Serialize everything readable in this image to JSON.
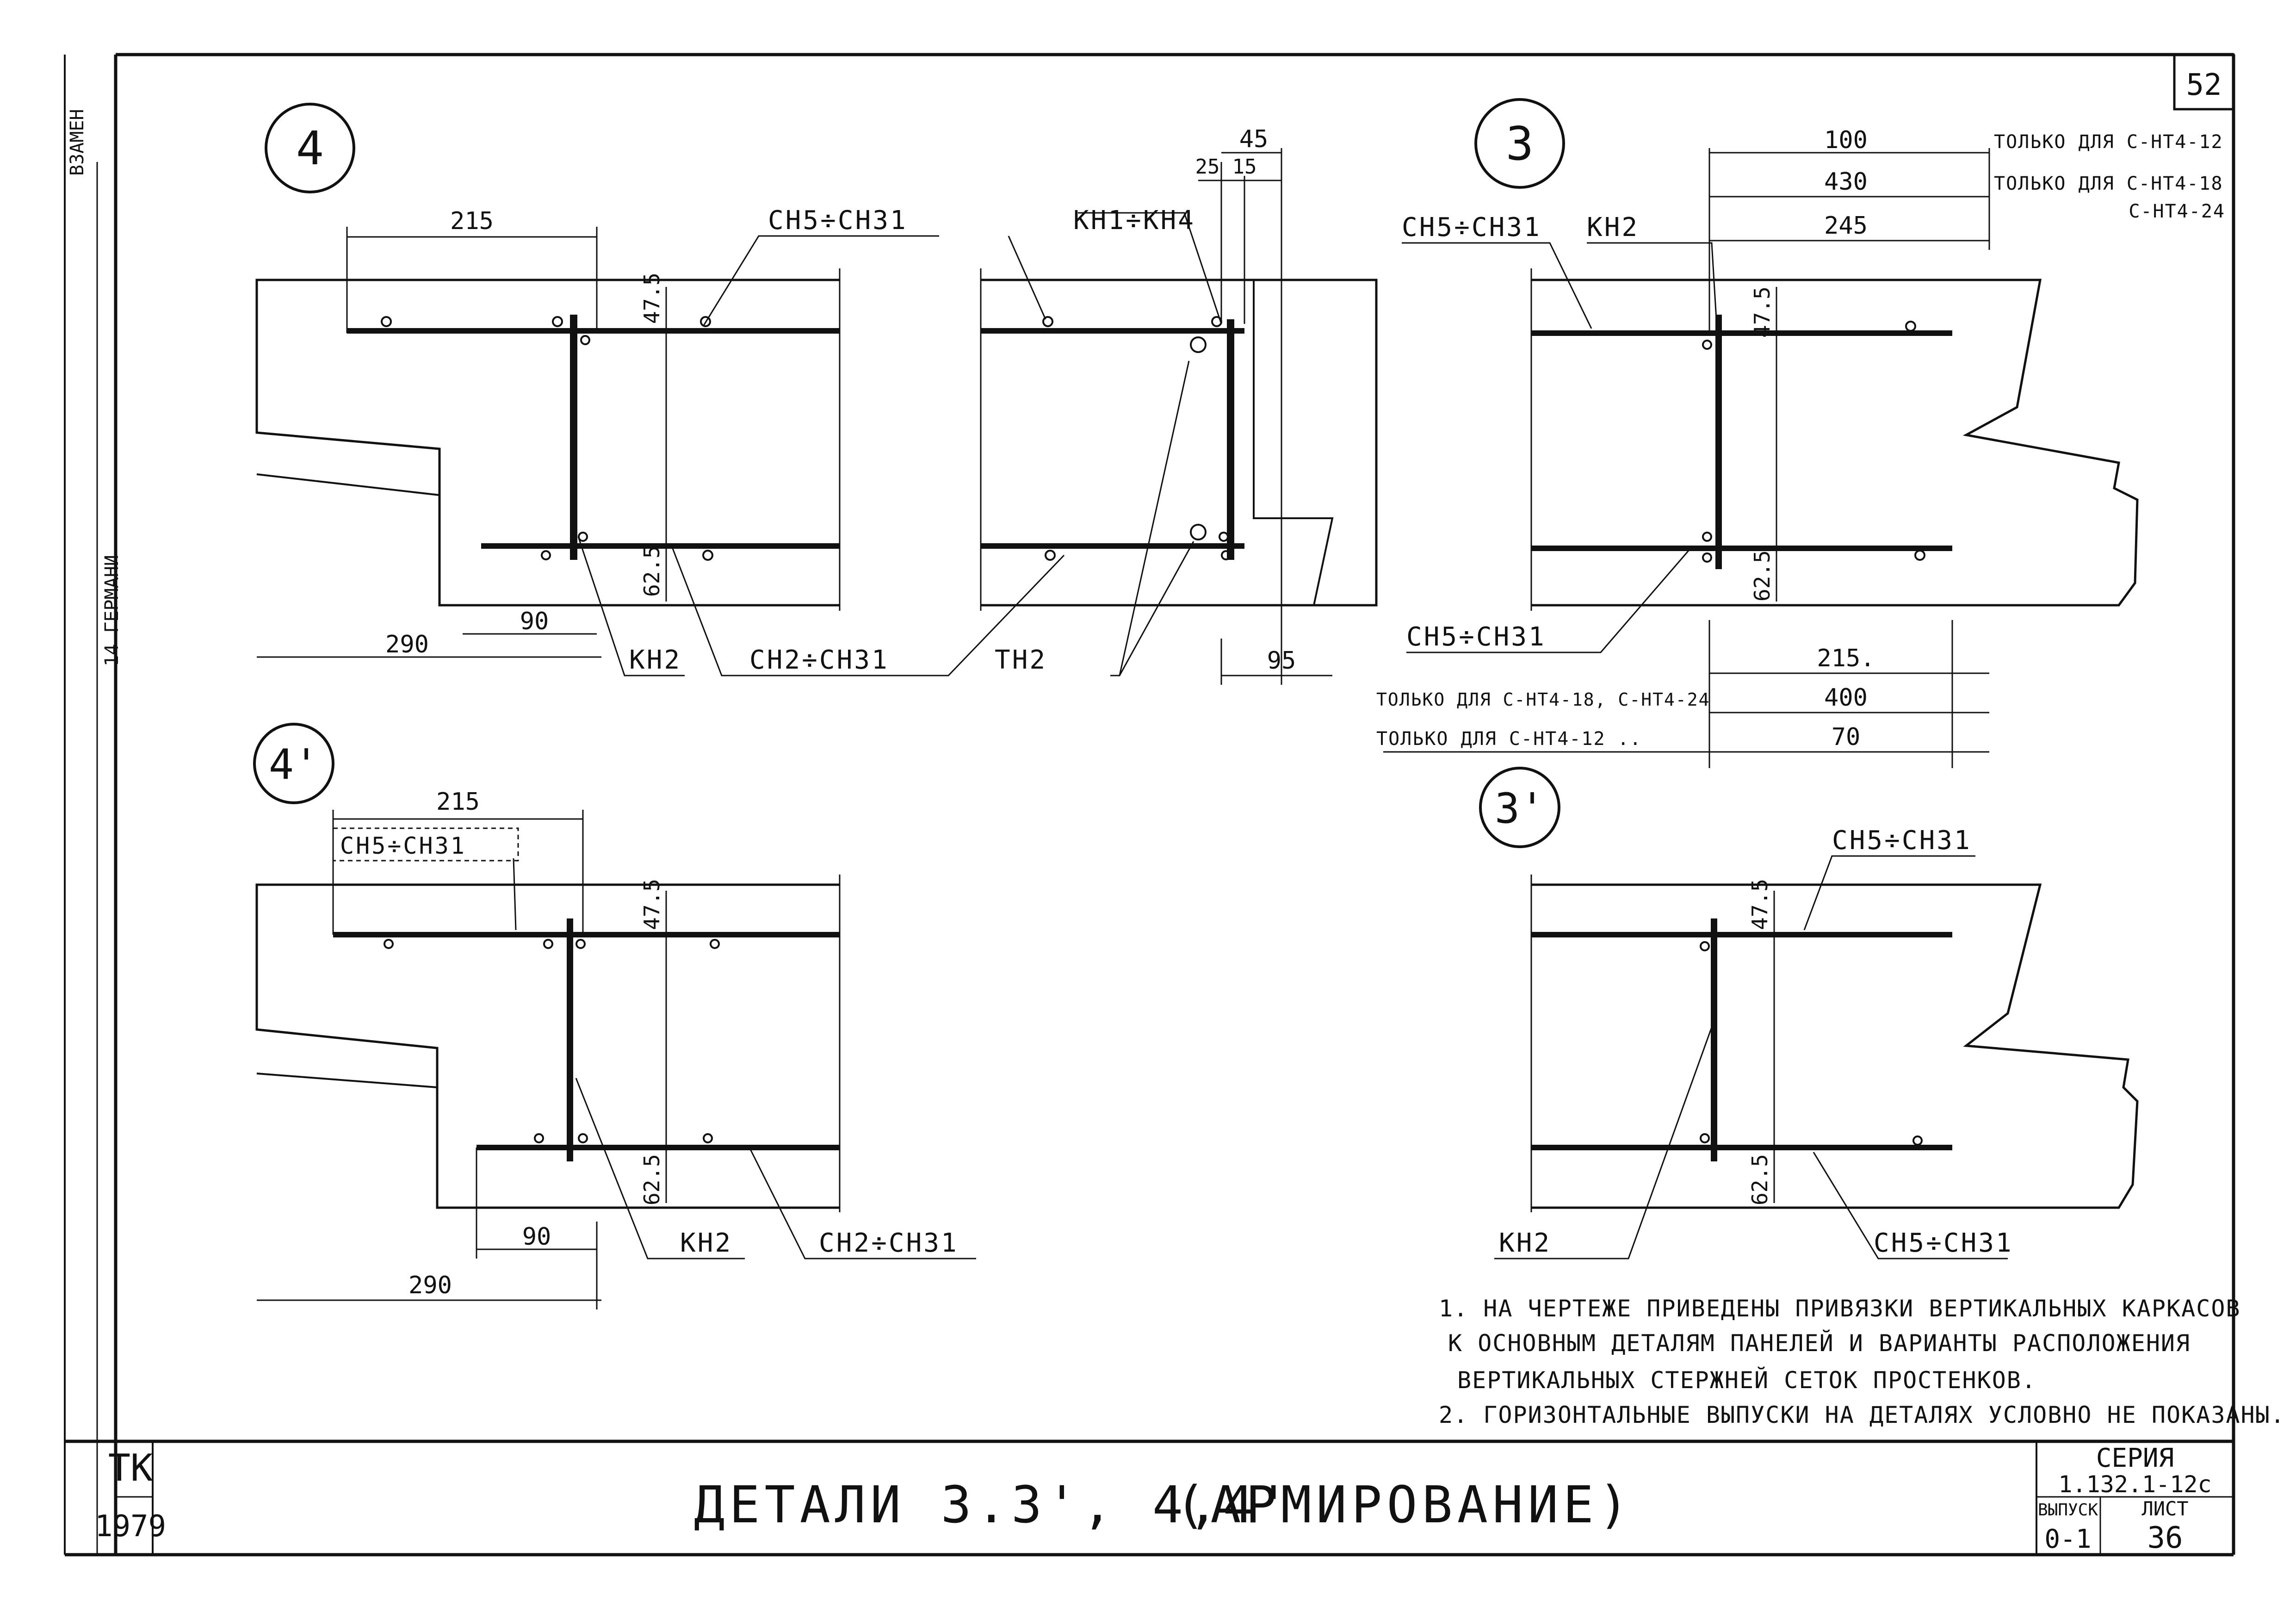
{
  "sheet_number": "52",
  "side_labels": {
    "top": "ВЗАМЕН",
    "middle": "14 ГЕРМАНИ"
  },
  "detail_4": {
    "marker": "4",
    "dims": {
      "d215": "215",
      "d45": "45",
      "d25": "25",
      "d15": "15",
      "d47_5": "47.5",
      "d62_5": "62.5",
      "d90": "90",
      "d290": "290",
      "d95": "95"
    },
    "labels": {
      "ch5_ch31": "СН5÷СН31",
      "kh1_kh4": "КН1÷КН4",
      "kh2": "КН2",
      "ch2_ch31": "СН2÷СН31",
      "th2": "ТН2"
    }
  },
  "detail_3": {
    "marker": "3",
    "dims": {
      "d100": "100",
      "d430": "430",
      "d245": "245",
      "d47_5": "47.5",
      "d62_5": "62.5",
      "d215": "215.",
      "d400": "400",
      "d70": "70"
    },
    "labels": {
      "ch5_ch31": "СН5÷СН31",
      "kh2": "КН2",
      "ch5_ch31_bottom": "СН5÷СН31"
    },
    "notes": {
      "only_12": "ТОЛЬКО ДЛЯ С-НТ4-12",
      "only_18": "ТОЛЬКО ДЛЯ С-НТ4-18",
      "only_24": "С-НТ4-24",
      "only_18_24": "ТОЛЬКО ДЛЯ С-НТ4-18, С-НТ4-24",
      "only_12b": "ТОЛЬКО ДЛЯ С-НТ4-12 .."
    }
  },
  "detail_4p": {
    "marker": "4'",
    "dims": {
      "d215": "215",
      "d47_5": "47.5",
      "d62_5": "62.5",
      "d90": "90",
      "d290": "290"
    },
    "labels": {
      "ch5_ch31": "СН5÷СН31",
      "kh2": "КН2",
      "ch2_ch31": "СН2÷СН31"
    }
  },
  "detail_3p": {
    "marker": "3'",
    "dims": {
      "d47_5": "47.5",
      "d62_5": "62.5"
    },
    "labels": {
      "ch5_ch31": "СН5÷СН31",
      "kh2": "КН2",
      "ch5_ch31_bottom": "СН5÷СН31"
    }
  },
  "notes": [
    "1. НА ЧЕРТЕЖЕ ПРИВЕДЕНЫ ПРИВЯЗКИ ВЕРТИКАЛЬНЫХ КАРКАСОВ",
    "К ОСНОВНЫМ ДЕТАЛЯМ ПАНЕЛЕЙ И ВАРИАНТЫ РАСПОЛОЖЕНИЯ",
    "ВЕРТИКАЛЬНЫХ СТЕРЖНЕЙ СЕТОК ПРОСТЕНКОВ.",
    "2. ГОРИЗОНТАЛЬНЫЕ ВЫПУСКИ НА ДЕТАЛЯХ УСЛОВНО НЕ ПОКАЗАНЫ."
  ],
  "title_block": {
    "org": "ТК",
    "year": "1979",
    "title": "ДЕТАЛИ 3.3', 4,4'",
    "subtitle": "(АРМИРОВАНИЕ)",
    "series_label": "СЕРИЯ",
    "series_value": "1.132.1-12с",
    "issue_label": "ВЫПУСК",
    "sheet_label": "ЛИСТ",
    "issue_value": "0-1",
    "sheet_value": "36"
  }
}
